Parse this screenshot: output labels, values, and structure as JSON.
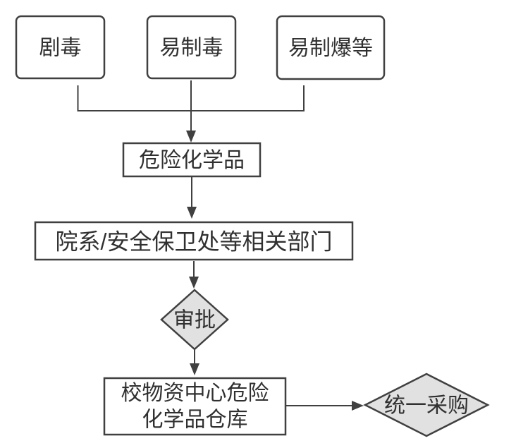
{
  "diagram": {
    "type": "flowchart",
    "nodes": {
      "toxic": {
        "label": "剧毒",
        "shape": "rounded-rect"
      },
      "drug_precursor": {
        "label": "易制毒",
        "shape": "rounded-rect"
      },
      "explosive_precursor": {
        "label": "易制爆等",
        "shape": "rounded-rect"
      },
      "hazardous_chemicals": {
        "label": "危险化学品",
        "shape": "rect"
      },
      "departments": {
        "label": "院系/安全保卫处等相关部门",
        "shape": "rect"
      },
      "approval": {
        "label": "审批",
        "shape": "diamond"
      },
      "warehouse": {
        "label": "校物资中心危险化学品仓库",
        "lines": [
          "校物资中心危险",
          "化学品仓库"
        ],
        "shape": "rect"
      },
      "unified_procurement": {
        "label": "统一采购",
        "shape": "diamond"
      }
    },
    "edges": [
      {
        "from": "toxic",
        "to": "hazardous_chemicals"
      },
      {
        "from": "drug_precursor",
        "to": "hazardous_chemicals"
      },
      {
        "from": "explosive_precursor",
        "to": "hazardous_chemicals"
      },
      {
        "from": "hazardous_chemicals",
        "to": "departments"
      },
      {
        "from": "departments",
        "to": "approval"
      },
      {
        "from": "approval",
        "to": "warehouse"
      },
      {
        "from": "warehouse",
        "to": "unified_procurement"
      }
    ],
    "colors": {
      "line": "#404040",
      "box_fill": "#ffffff",
      "diamond_fill": "#e1e1e1",
      "text": "#303030",
      "background": "#ffffff"
    }
  }
}
